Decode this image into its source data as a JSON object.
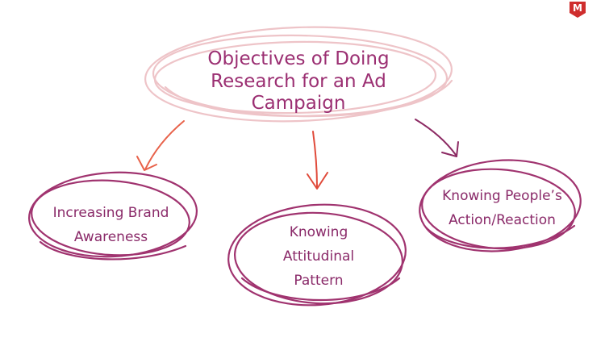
{
  "diagram": {
    "title": "Objectives of Doing\nResearch for an Ad\nCampaign",
    "nodes": [
      {
        "label": "Increasing Brand\nAwareness"
      },
      {
        "label": "Knowing\nAttitudinal\nPattern"
      },
      {
        "label": "Knowing People’s\nAction/Reaction"
      }
    ]
  },
  "logo": {
    "letter": "M"
  },
  "colors": {
    "title_text": "#9b2f72",
    "title_scribble": "#eec4c8",
    "node_scribble": "#a0336f",
    "arrow_orange": "#e8624a",
    "arrow_red": "#e04a3a",
    "arrow_purple": "#8c2a63",
    "logo_bg": "#cf2e2e"
  }
}
